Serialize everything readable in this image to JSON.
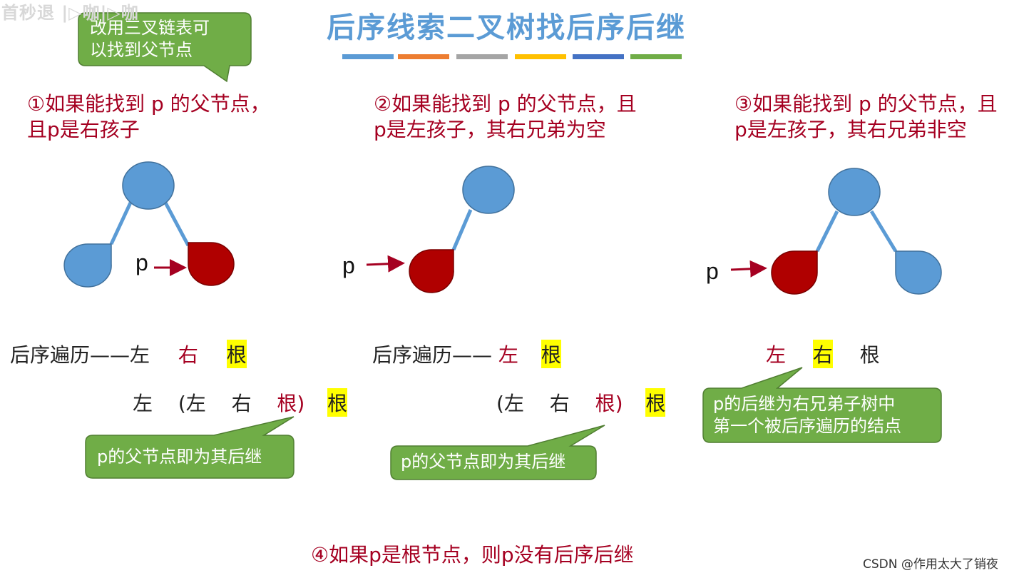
{
  "watermark": "首秒退 |▷咖|▷咖",
  "title": "后序线索二叉树找后序后继",
  "title_bar_colors": [
    "#5b9bd5",
    "#ed7d31",
    "#a5a5a5",
    "#ffc000",
    "#4472c4",
    "#70ad47"
  ],
  "callout_top": {
    "line1": "改用三叉链表可",
    "line2": "以找到父节点"
  },
  "case1": {
    "line1": "①如果能找到 p 的父节点，",
    "line2": "且p是右孩子",
    "seq_prefix": "后序遍历——左",
    "seq_right": "右",
    "seq_root": "根",
    "expand_left": "左",
    "expand_paren_open": "(左",
    "expand_right": "右",
    "expand_root": "根)",
    "expand_root_hl": "根",
    "bubble": "p的父节点即为其后继",
    "p_label": "p"
  },
  "case2": {
    "line1": "②如果能找到 p 的父节点，且",
    "line2": "p是左孩子，其右兄弟为空",
    "seq_prefix": "后序遍历——",
    "seq_left": "左",
    "seq_root": "根",
    "expand_paren_open": "(左",
    "expand_right": "右",
    "expand_root": "根)",
    "expand_root_hl": "根",
    "bubble": "p的父节点即为其后继",
    "p_label": "p"
  },
  "case3": {
    "line1": "③如果能找到 p 的父节点，且",
    "line2": "p是左孩子，其右兄弟非空",
    "seq_left": "左",
    "seq_right": "右",
    "seq_root": "根",
    "bubble_line1": "p的后继为右兄弟子树中",
    "bubble_line2": "第一个被后序遍历的结点",
    "p_label": "p"
  },
  "case4": "④如果p是根节点，则p没有后序后继",
  "credit": "CSDN @作用太大了销夜",
  "colors": {
    "node_blue": "#5b9bd5",
    "node_red": "#b00000",
    "bubble_green": "#70ad47",
    "text_red": "#a50021",
    "highlight": "#ffff00"
  }
}
